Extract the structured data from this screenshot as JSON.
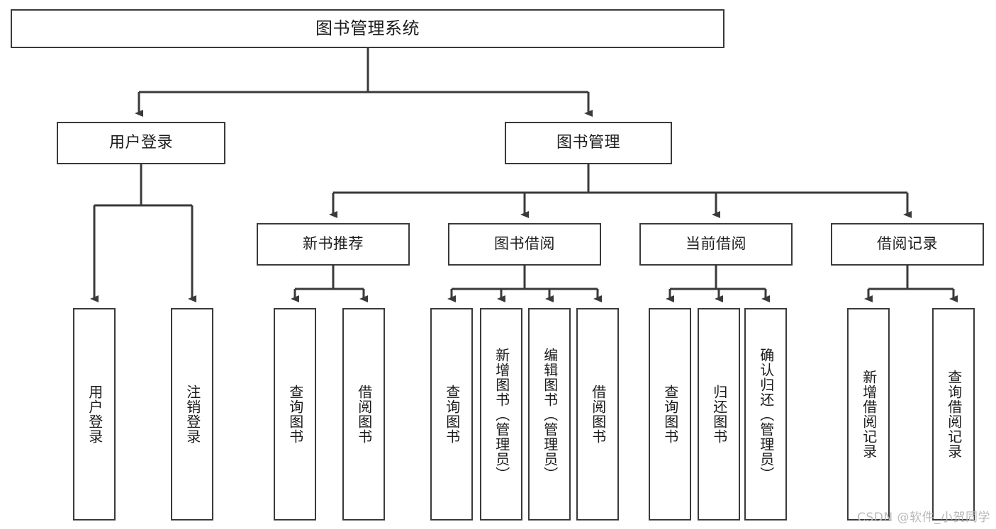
{
  "diagram": {
    "type": "tree-hierarchy",
    "title": "图书管理系统",
    "watermark": "CSDN @软件_小贺同学",
    "colors": {
      "background": "#ffffff",
      "node_fill": "#ffffff",
      "node_border": "#3a3a3a",
      "connector": "#3a3a3a",
      "text": "#1b1b1b",
      "watermark": "#b9b9b9"
    },
    "nodes": {
      "root": {
        "label": "图书管理系统"
      },
      "level2": [
        {
          "label": "用户登录"
        },
        {
          "label": "图书管理"
        }
      ],
      "level3": [
        {
          "label": "新书推荐"
        },
        {
          "label": "图书借阅"
        },
        {
          "label": "当前借阅"
        },
        {
          "label": "借阅记录"
        }
      ],
      "leaves": {
        "user_login": [
          {
            "label": "用户登录"
          },
          {
            "label": "注销登录"
          }
        ],
        "new_book_recommend": [
          {
            "label": "查询图书"
          },
          {
            "label": "借阅图书"
          }
        ],
        "book_borrow": [
          {
            "label": "查询图书"
          },
          {
            "label": "新增图书（管理员）"
          },
          {
            "label": "编辑图书（管理员）"
          },
          {
            "label": "借阅图书"
          }
        ],
        "current_borrow": [
          {
            "label": "查询图书"
          },
          {
            "label": "归还图书"
          },
          {
            "label": "确认归还（管理员）"
          }
        ],
        "borrow_records": [
          {
            "label": "新增借阅记录"
          },
          {
            "label": "查询借阅记录"
          }
        ]
      }
    }
  }
}
